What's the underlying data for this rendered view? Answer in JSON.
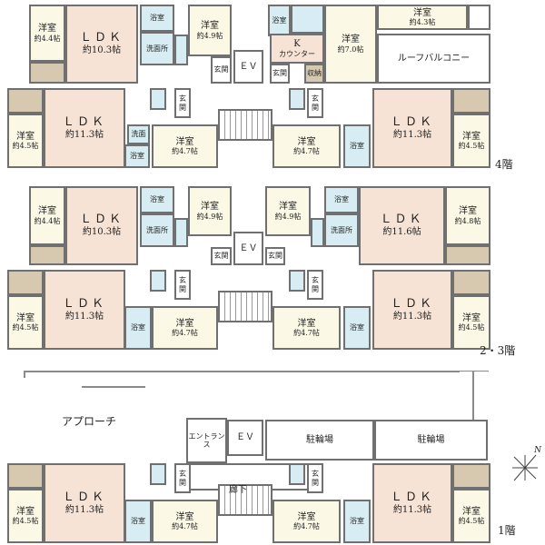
{
  "floor4": {
    "label": "4階",
    "rooms": [
      {
        "name": "洋室",
        "size": "約4.4帖"
      },
      {
        "name": "ＬＤＫ",
        "size": "約10.3帖"
      },
      {
        "name": "浴室"
      },
      {
        "name": "洗面所"
      },
      {
        "name": "洋室",
        "size": "約4.9帖"
      },
      {
        "name": "玄関"
      },
      {
        "name": "ＥＶ"
      },
      {
        "name": "浴室"
      },
      {
        "name": "K",
        "size": "カウンター"
      },
      {
        "name": "玄関"
      },
      {
        "name": "収納"
      },
      {
        "name": "洋室",
        "size": "約7.0帖"
      },
      {
        "name": "洋室",
        "size": "約4.3帖"
      },
      {
        "name": "ルーフバルコニー"
      },
      {
        "name": "洋室",
        "size": "約4.5帖"
      },
      {
        "name": "ＬＤＫ",
        "size": "約11.3帖"
      },
      {
        "name": "洗面"
      },
      {
        "name": "浴室"
      },
      {
        "name": "玄関"
      },
      {
        "name": "洋室",
        "size": "約4.7帖"
      },
      {
        "name": "玄関"
      },
      {
        "name": "洋室",
        "size": "約4.7帖"
      },
      {
        "name": "浴室"
      },
      {
        "name": "ＬＤＫ",
        "size": "約11.3帖"
      },
      {
        "name": "洋室",
        "size": "約4.5帖"
      }
    ]
  },
  "floor23": {
    "label": "2・3階",
    "rooms": [
      {
        "name": "洋室",
        "size": "約4.4帖"
      },
      {
        "name": "ＬＤＫ",
        "size": "約10.3帖"
      },
      {
        "name": "浴室"
      },
      {
        "name": "洗面所"
      },
      {
        "name": "洋室",
        "size": "約4.9帖"
      },
      {
        "name": "玄関"
      },
      {
        "name": "ＥＶ"
      },
      {
        "name": "玄関"
      },
      {
        "name": "洋室",
        "size": "約4.9帖"
      },
      {
        "name": "浴室"
      },
      {
        "name": "洗面所"
      },
      {
        "name": "ＬＤＫ",
        "size": "約11.6帖"
      },
      {
        "name": "洋室",
        "size": "約4.8帖"
      },
      {
        "name": "洋室",
        "size": "約4.5帖"
      },
      {
        "name": "ＬＤＫ",
        "size": "約11.3帖"
      },
      {
        "name": "浴室"
      },
      {
        "name": "玄関"
      },
      {
        "name": "洋室",
        "size": "約4.7帖"
      },
      {
        "name": "玄関"
      },
      {
        "name": "洋室",
        "size": "約4.7帖"
      },
      {
        "name": "浴室"
      },
      {
        "name": "ＬＤＫ",
        "size": "約11.3帖"
      },
      {
        "name": "洋室",
        "size": "約4.5帖"
      }
    ]
  },
  "floor1": {
    "label": "1階",
    "approach": "アプローチ",
    "corridor": "廊下",
    "compass": "N",
    "rooms": [
      {
        "name": "エントランス"
      },
      {
        "name": "ＥＶ"
      },
      {
        "name": "駐輪場"
      },
      {
        "name": "駐輪場"
      },
      {
        "name": "洋室",
        "size": "約4.5帖"
      },
      {
        "name": "ＬＤＫ",
        "size": "約11.3帖"
      },
      {
        "name": "玄関"
      },
      {
        "name": "浴室"
      },
      {
        "name": "洋室",
        "size": "約4.7帖"
      },
      {
        "name": "玄関"
      },
      {
        "name": "洋室",
        "size": "約4.7帖"
      },
      {
        "name": "浴室"
      },
      {
        "name": "ＬＤＫ",
        "size": "約11.3帖"
      },
      {
        "name": "洋室",
        "size": "約4.5帖"
      }
    ]
  }
}
